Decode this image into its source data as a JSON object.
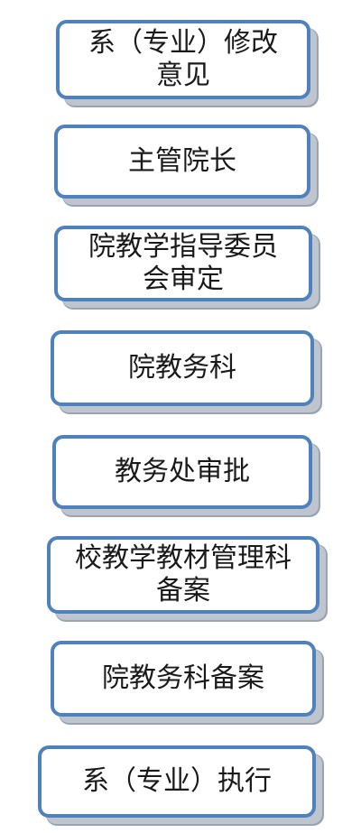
{
  "diagram": {
    "colors": {
      "box_border": "#4f81bd",
      "box_fill": "#ffffff",
      "text": "#1a1a1a"
    },
    "steps": [
      {
        "label": "系（专业）修改\n意见"
      },
      {
        "label": "主管院长"
      },
      {
        "label": "院教学指导委员\n会审定"
      },
      {
        "label": "院教务科"
      },
      {
        "label": "教务处审批"
      },
      {
        "label": "校教学教材管理科\n备案"
      },
      {
        "label": "院教务科备案"
      },
      {
        "label": "系（专业）执行"
      }
    ]
  }
}
